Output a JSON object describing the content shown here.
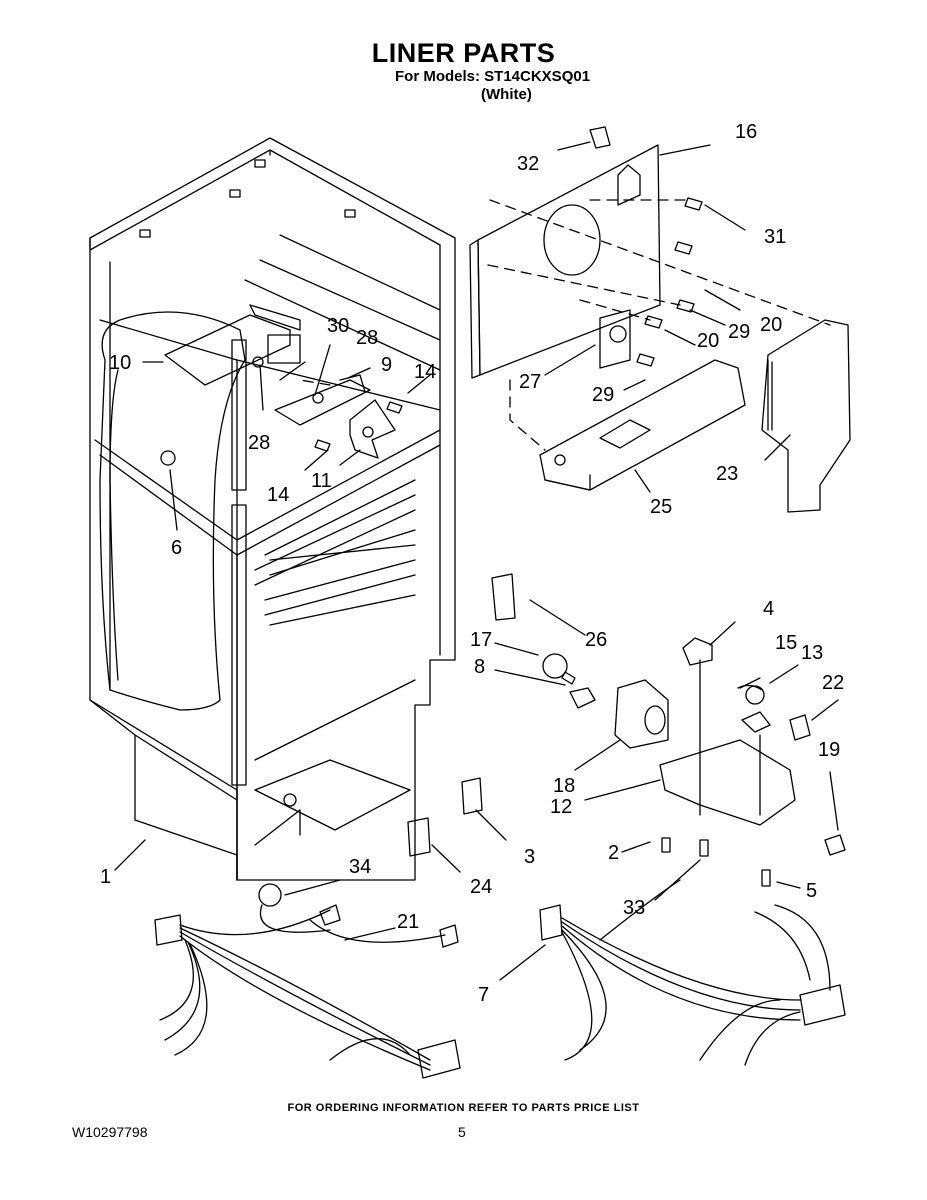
{
  "header": {
    "title": "LINER PARTS",
    "models_line": "For Models: ST14CKXSQ01",
    "variant": "(White)"
  },
  "callouts": [
    {
      "id": "c1",
      "label": "1"
    },
    {
      "id": "c2",
      "label": "2"
    },
    {
      "id": "c3",
      "label": "3"
    },
    {
      "id": "c4",
      "label": "4"
    },
    {
      "id": "c5",
      "label": "5"
    },
    {
      "id": "c6",
      "label": "6"
    },
    {
      "id": "c7",
      "label": "7"
    },
    {
      "id": "c8",
      "label": "8"
    },
    {
      "id": "c9",
      "label": "9"
    },
    {
      "id": "c10",
      "label": "10"
    },
    {
      "id": "c11",
      "label": "11"
    },
    {
      "id": "c12",
      "label": "12"
    },
    {
      "id": "c13",
      "label": "13"
    },
    {
      "id": "c14a",
      "label": "14"
    },
    {
      "id": "c14b",
      "label": "14"
    },
    {
      "id": "c15",
      "label": "15"
    },
    {
      "id": "c16",
      "label": "16"
    },
    {
      "id": "c17",
      "label": "17"
    },
    {
      "id": "c18",
      "label": "18"
    },
    {
      "id": "c19",
      "label": "19"
    },
    {
      "id": "c20a",
      "label": "20"
    },
    {
      "id": "c20b",
      "label": "20"
    },
    {
      "id": "c21",
      "label": "21"
    },
    {
      "id": "c22",
      "label": "22"
    },
    {
      "id": "c23",
      "label": "23"
    },
    {
      "id": "c24",
      "label": "24"
    },
    {
      "id": "c25",
      "label": "25"
    },
    {
      "id": "c26",
      "label": "26"
    },
    {
      "id": "c27",
      "label": "27"
    },
    {
      "id": "c28a",
      "label": "28"
    },
    {
      "id": "c28b",
      "label": "28"
    },
    {
      "id": "c29a",
      "label": "29"
    },
    {
      "id": "c29b",
      "label": "29"
    },
    {
      "id": "c30",
      "label": "30"
    },
    {
      "id": "c31",
      "label": "31"
    },
    {
      "id": "c32",
      "label": "32"
    },
    {
      "id": "c33",
      "label": "33"
    },
    {
      "id": "c34",
      "label": "34"
    }
  ],
  "footer": {
    "ordering_note": "FOR ORDERING INFORMATION REFER TO PARTS PRICE LIST",
    "document_number": "W10297798",
    "page_number": "5"
  }
}
